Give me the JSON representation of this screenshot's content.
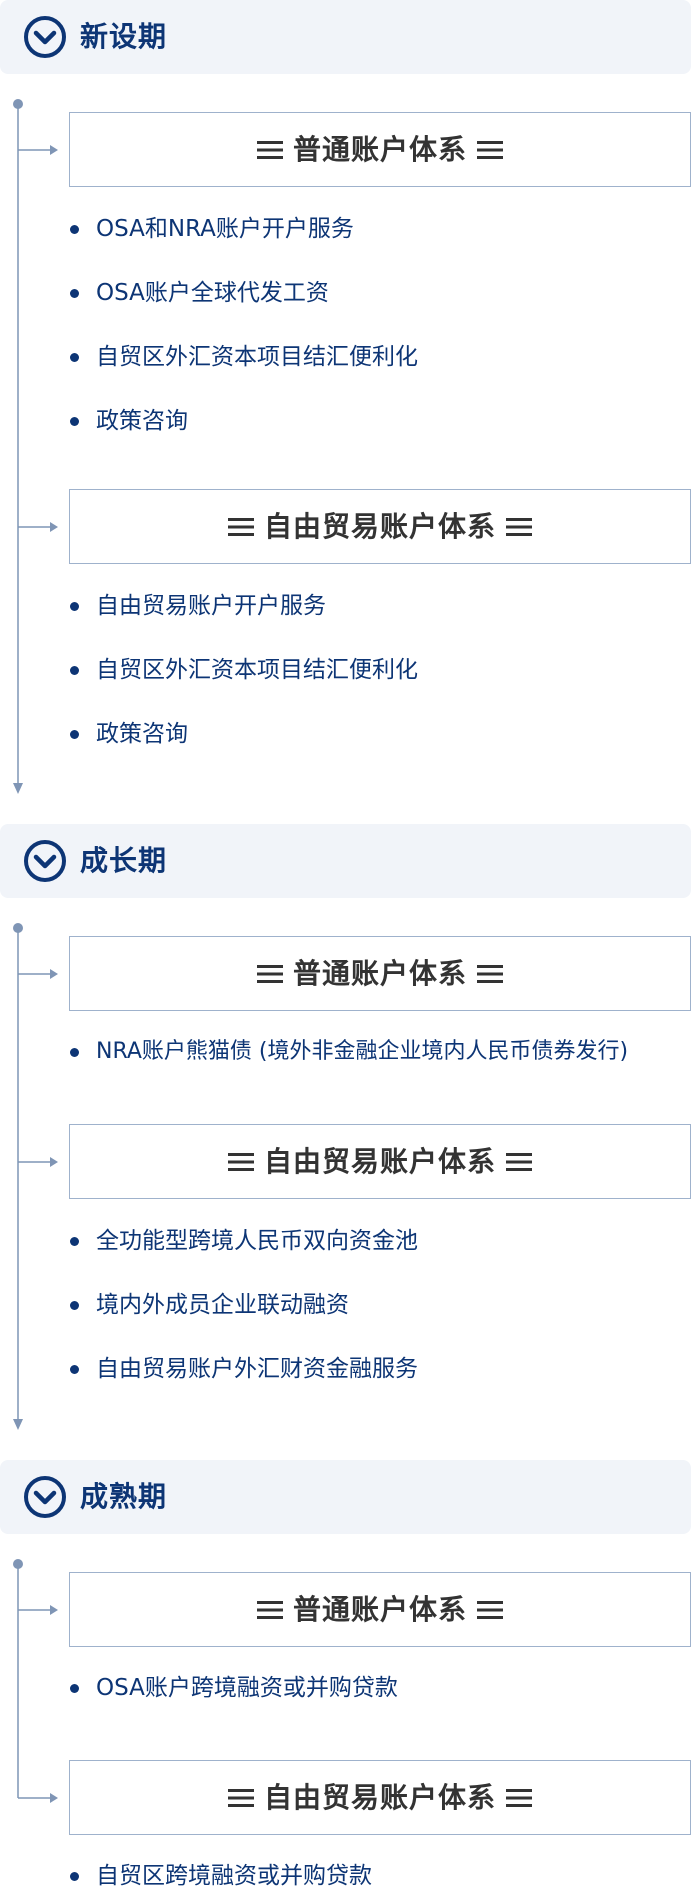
{
  "colors": {
    "accent": "#0d3575",
    "header_bg": "#f1f4f9",
    "box_border": "#9fb2cc",
    "timeline_line": "#7f95b5",
    "heading_text": "#333333"
  },
  "icons": {
    "stage": "chevron-down-circle-icon",
    "system": "menu-lines-icon",
    "bullet": "dot-icon"
  },
  "stages": [
    {
      "title": "新设期",
      "groups": [
        {
          "title": "普通账户体系",
          "items": [
            "OSA和NRA账户开户服务",
            "OSA账户全球代发工资",
            "自贸区外汇资本项目结汇便利化",
            "政策咨询"
          ]
        },
        {
          "title": "自由贸易账户体系",
          "items": [
            "自由贸易账户开户服务",
            "自贸区外汇资本项目结汇便利化",
            "政策咨询"
          ]
        }
      ]
    },
    {
      "title": "成长期",
      "groups": [
        {
          "title": "普通账户体系",
          "items": [
            "NRA账户熊猫债 (境外非金融企业境内人民币债券发行)"
          ]
        },
        {
          "title": "自由贸易账户体系",
          "items": [
            "全功能型跨境人民币双向资金池",
            "境内外成员企业联动融资",
            "自由贸易账户外汇财资金融服务"
          ]
        }
      ]
    },
    {
      "title": "成熟期",
      "groups": [
        {
          "title": "普通账户体系",
          "items": [
            "OSA账户跨境融资或并购贷款"
          ]
        },
        {
          "title": "自由贸易账户体系",
          "items": [
            "自贸区跨境融资或并购贷款"
          ]
        }
      ]
    }
  ]
}
